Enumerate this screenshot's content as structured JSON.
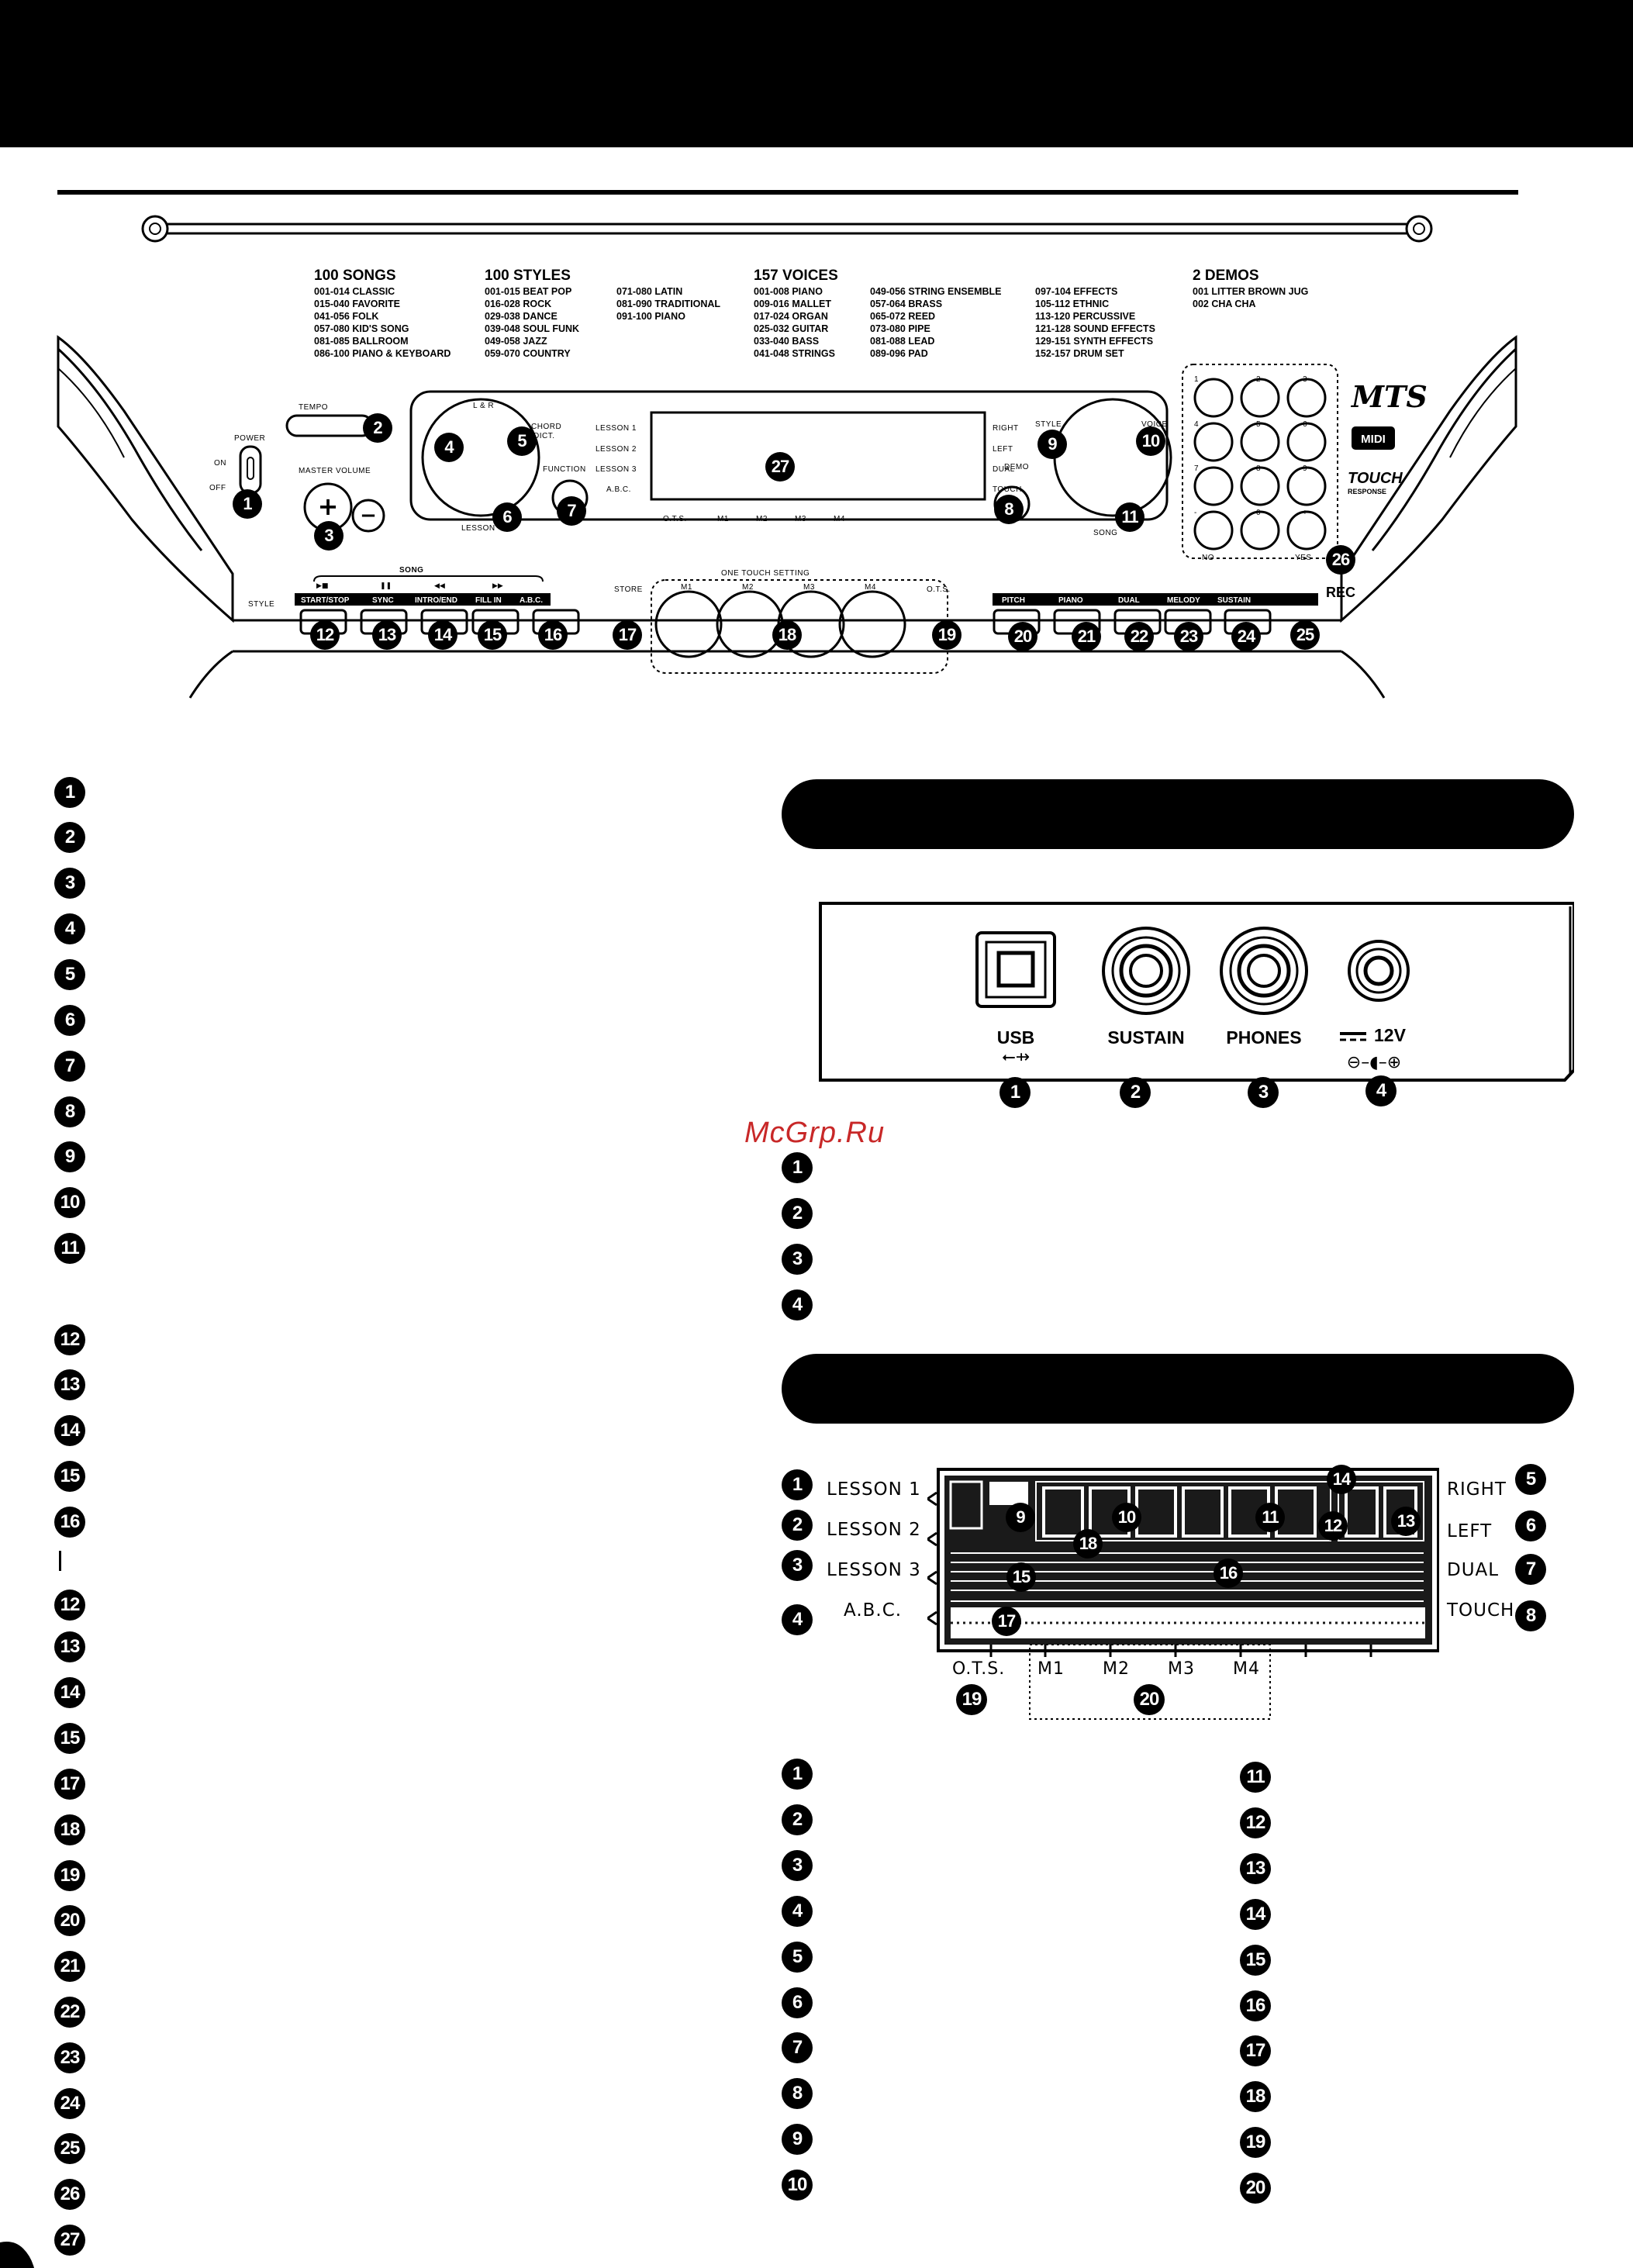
{
  "watermark": "McGrp.Ru",
  "panel": {
    "songs": {
      "heading": "100 SONGS",
      "items": [
        "001-014 CLASSIC",
        "015-040 FAVORITE",
        "041-056 FOLK",
        "057-080 KID'S SONG",
        "081-085 BALLROOM",
        "086-100 PIANO & KEYBOARD"
      ]
    },
    "styles": {
      "heading": "100 STYLES",
      "col1": [
        "001-015 BEAT POP",
        "016-028 ROCK",
        "029-038 DANCE",
        "039-048 SOUL FUNK",
        "049-058 JAZZ",
        "059-070 COUNTRY"
      ],
      "col2": [
        "071-080 LATIN",
        "081-090 TRADITIONAL",
        "091-100 PIANO"
      ]
    },
    "voices": {
      "heading": "157 VOICES",
      "col1": [
        "001-008 PIANO",
        "009-016 MALLET",
        "017-024 ORGAN",
        "025-032 GUITAR",
        "033-040 BASS",
        "041-048 STRINGS"
      ],
      "col2": [
        "049-056 STRING ENSEMBLE",
        "057-064 BRASS",
        "065-072 REED",
        "073-080 PIPE",
        "081-088 LEAD",
        "089-096 PAD"
      ],
      "col3": [
        "097-104 EFFECTS",
        "105-112 ETHNIC",
        "113-120 PERCUSSIVE",
        "121-128 SOUND EFFECTS",
        "129-151 SYNTH EFFECTS",
        "152-157 DRUM SET"
      ]
    },
    "demos": {
      "heading": "2 DEMOS",
      "items": [
        "001 LITTER BROWN JUG",
        "002 CHA CHA"
      ]
    },
    "labels": {
      "tempo": "TEMPO",
      "power": "POWER",
      "on": "ON",
      "off": "OFF",
      "master_volume": "MASTER VOLUME",
      "lr": "L & R",
      "chord": "CHORD",
      "dict": "DICT.",
      "function": "FUNCTION",
      "lesson": "LESSON",
      "lcd_lesson1": "LESSON 1",
      "lcd_lesson2": "LESSON 2",
      "lcd_lesson3": "LESSON 3",
      "lcd_abc": "A.B.C.",
      "lcd_ots": "O.T.S.",
      "lcd_m1": "M1",
      "lcd_m2": "M2",
      "lcd_m3": "M3",
      "lcd_m4": "M4",
      "lcd_right": "RIGHT",
      "lcd_left": "LEFT",
      "lcd_dual": "DUAL",
      "lcd_touch": "TOUCH",
      "demo": "DEMO",
      "style": "STYLE",
      "voice": "VOICE",
      "song": "SONG",
      "no": "NO",
      "yes": "YES",
      "song_group": "SONG",
      "style_left": "STYLE",
      "start_stop": "START/STOP",
      "sync": "SYNC",
      "intro_end": "INTRO/END",
      "fill_in": "FILL IN",
      "abc": "A.B.C.",
      "store": "STORE",
      "one_touch_setting": "ONE TOUCH SETTING",
      "m1": "M1",
      "m2": "M2",
      "m3": "M3",
      "m4": "M4",
      "ots": "O.T.S.",
      "piano_right": "PITCH",
      "piano": "PIANO",
      "dual": "DUAL",
      "melody": "MELODY",
      "sustain": "SUSTAIN",
      "rec": "REC",
      "brand": "MTS",
      "midi": "MIDI",
      "touch": "TOUCH",
      "touch_sub": "RESPONSE"
    },
    "keypad": [
      "1",
      "2",
      "3",
      "4",
      "5",
      "6",
      "7",
      "8",
      "9",
      "-",
      "0",
      "+"
    ]
  },
  "left_list_a": [
    "1",
    "2",
    "3",
    "4",
    "5",
    "6",
    "7",
    "8",
    "9",
    "10",
    "11"
  ],
  "left_list_b": [
    "12",
    "13",
    "14",
    "15",
    "16"
  ],
  "left_list_c": [
    "12",
    "13",
    "14",
    "15",
    "17",
    "18",
    "19",
    "20",
    "21",
    "22",
    "23",
    "24",
    "25",
    "26",
    "27"
  ],
  "rear_panel": {
    "usb": "USB",
    "sustain": "SUSTAIN",
    "phones": "PHONES",
    "power": "12V",
    "legend": [
      "1",
      "2",
      "3",
      "4"
    ]
  },
  "lcd_figure": {
    "left": [
      "LESSON 1",
      "LESSON 2",
      "LESSON 3",
      "A.B.C."
    ],
    "right": [
      "RIGHT",
      "LEFT",
      "DUAL",
      "TOUCH"
    ],
    "bottom": [
      "O.T.S.",
      "M1",
      "M2",
      "M3",
      "M4"
    ],
    "list_left": [
      "1",
      "2",
      "3",
      "4",
      "5",
      "6",
      "7",
      "8",
      "9",
      "10"
    ],
    "list_right": [
      "11",
      "12",
      "13",
      "14",
      "15",
      "16",
      "17",
      "18",
      "19",
      "20"
    ]
  }
}
